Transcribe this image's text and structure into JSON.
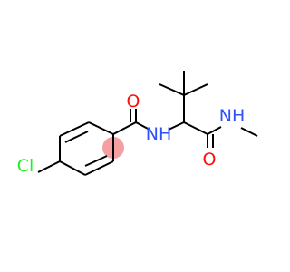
{
  "molecule": {
    "colors": {
      "bond": "#000000",
      "oxygen": "#ff0d0d",
      "nitrogen": "#3050f8",
      "chlorine": "#1ff01f",
      "aromatic_highlight": "#f4a0a0"
    },
    "atoms": {
      "cl": "Cl",
      "o_left": "O",
      "nh_left": "NH",
      "o_right": "O",
      "nh_right": "NH"
    }
  }
}
